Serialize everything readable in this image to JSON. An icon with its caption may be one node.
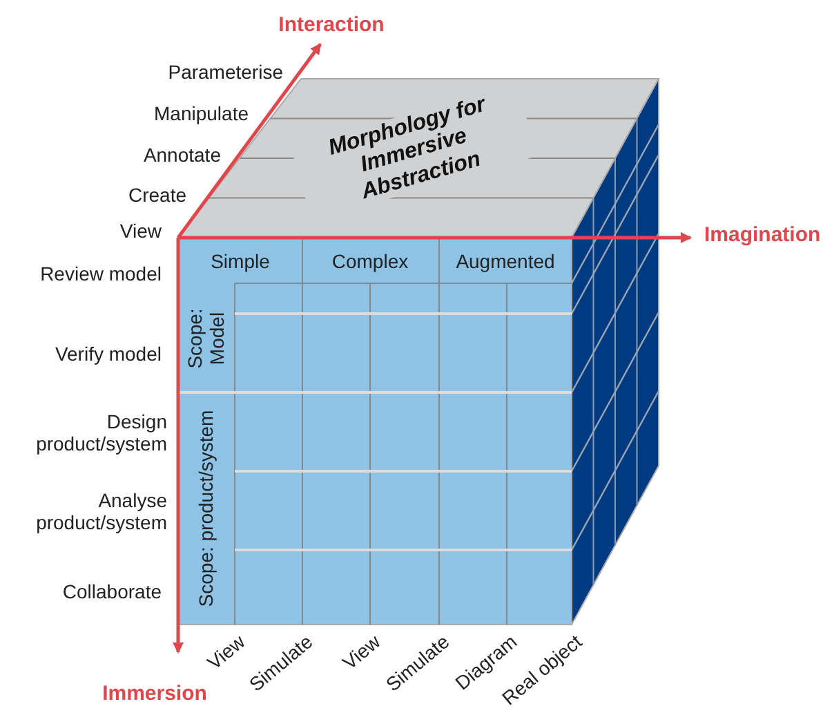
{
  "diagram": {
    "title": "Morphology for Immersive Abstraction",
    "labels": [
      "Interaction",
      "Parameterise",
      "Manipulate",
      "Annotate",
      "Create",
      "View",
      "Imagination",
      "Simple",
      "Complex",
      "Augmented",
      "Review model",
      "Scope: Model",
      "Verify model",
      "Design product/system",
      "Analyse product/system",
      "Scope: product/system",
      "Collaborate",
      "View",
      "Simulate",
      "View",
      "Simulate",
      "Diagram",
      "Real object",
      "Immersion"
    ]
  }
}
